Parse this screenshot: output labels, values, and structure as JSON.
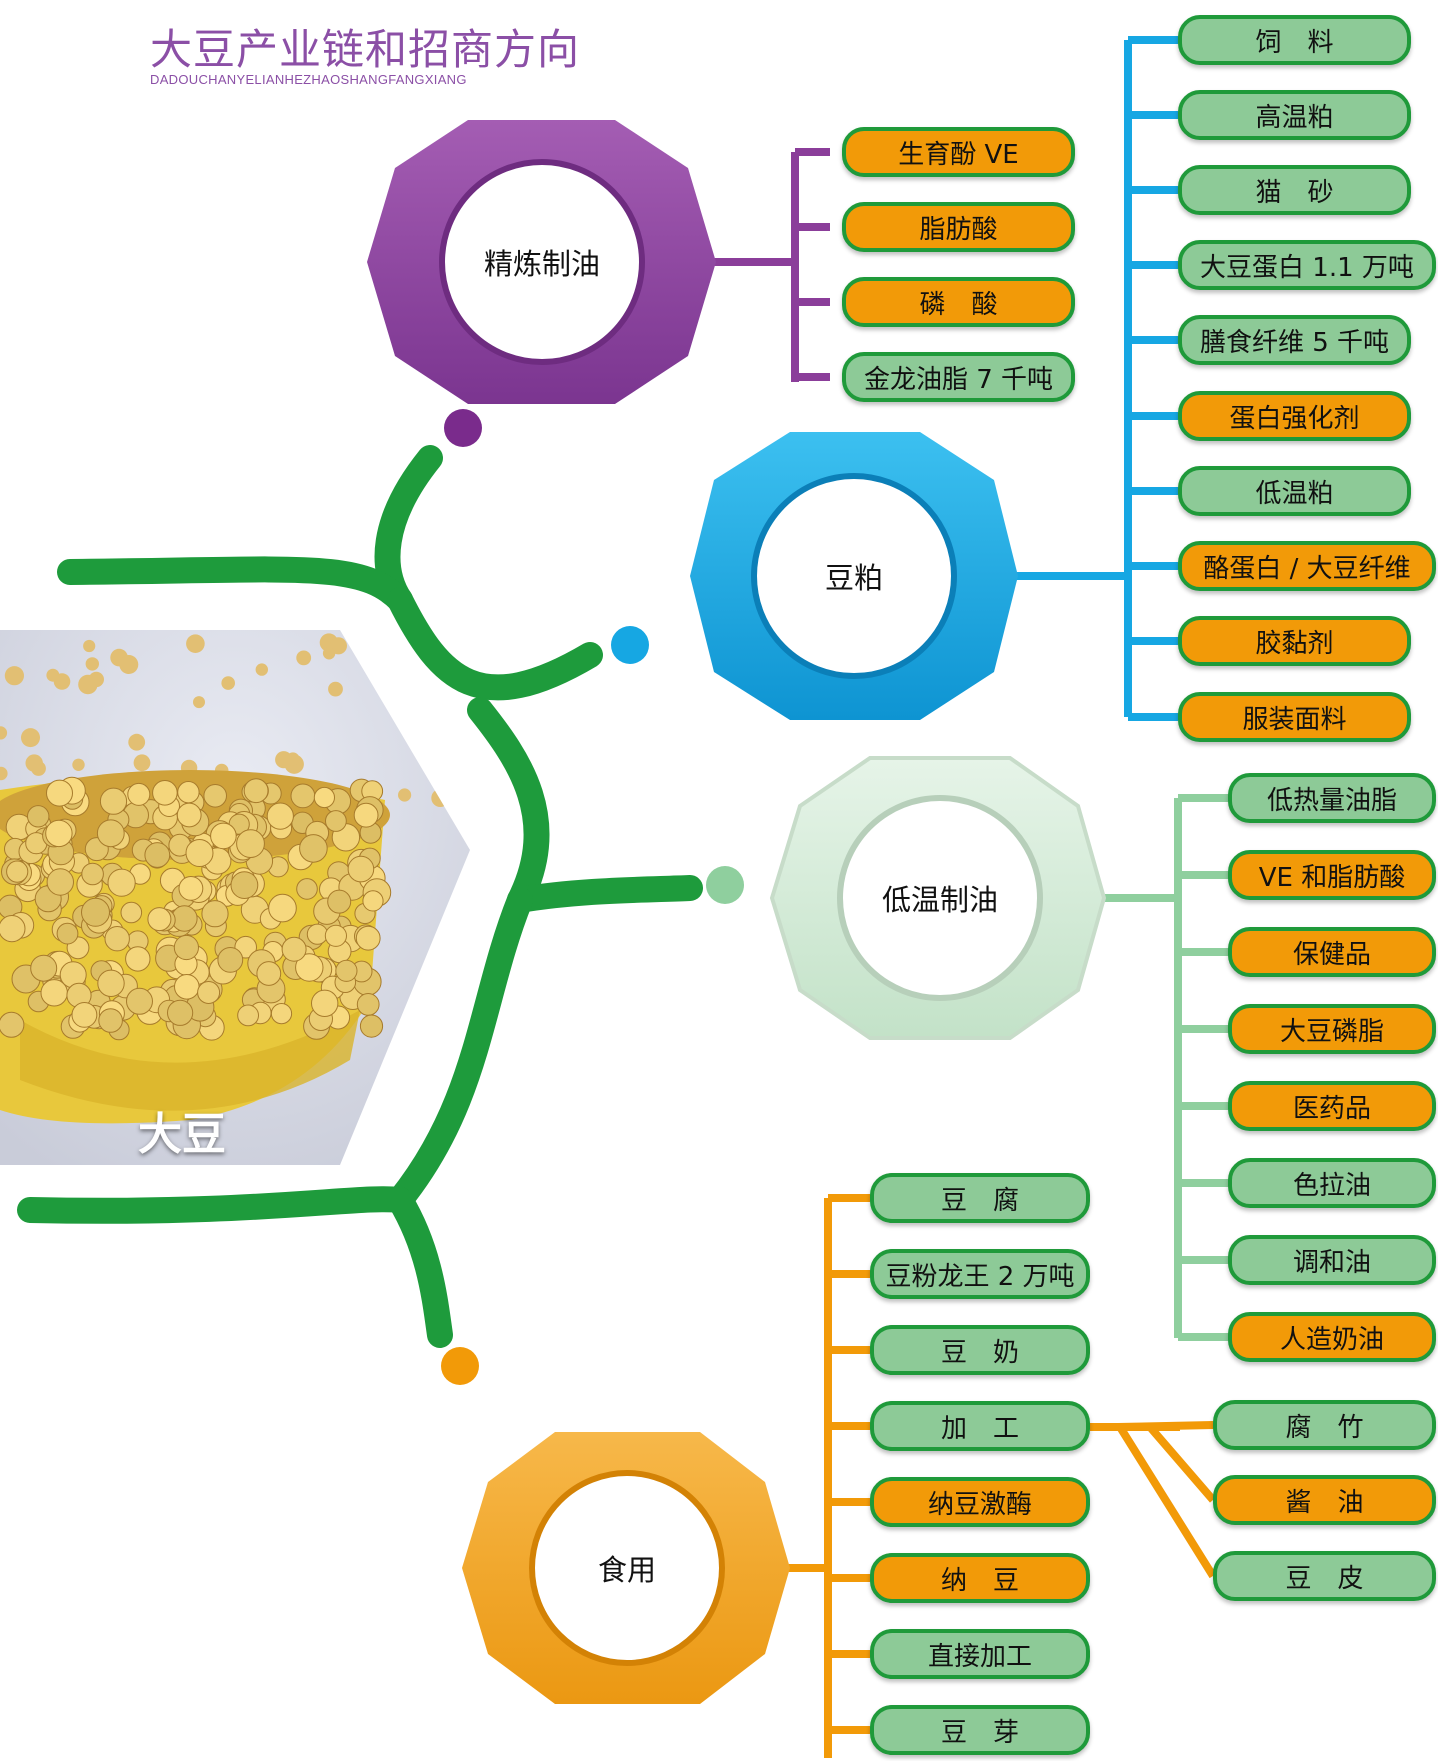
{
  "header": {
    "title": "大豆产业链和招商方向",
    "subtitle": "DADOUCHANYELIANHEZHAOSHANGFANGXIANG"
  },
  "center": {
    "label": "大豆"
  },
  "colors": {
    "trunk": "#1e9b3c",
    "refined_oil": "#8b3e9a",
    "soy_meal": "#16a7e3",
    "low_temp_oil": "#8fcf9e",
    "food": "#f29a08",
    "pill_green": "#8dca97",
    "pill_orange": "#f29a08"
  },
  "branches": [
    {
      "hub": "精炼制油",
      "items": [
        {
          "label": "生育酚 VE",
          "color": "orange"
        },
        {
          "label": "脂肪酸",
          "color": "orange"
        },
        {
          "label": "磷　酸",
          "color": "orange"
        },
        {
          "label": "金龙油脂 7 千吨",
          "color": "green"
        }
      ]
    },
    {
      "hub": "豆粕",
      "items": [
        {
          "label": "饲　料",
          "color": "green"
        },
        {
          "label": "高温粕",
          "color": "green"
        },
        {
          "label": "猫　砂",
          "color": "green"
        },
        {
          "label": "大豆蛋白 1.1 万吨",
          "color": "green"
        },
        {
          "label": "膳食纤维 5 千吨",
          "color": "green"
        },
        {
          "label": "蛋白强化剂",
          "color": "orange"
        },
        {
          "label": "低温粕",
          "color": "green"
        },
        {
          "label": "酪蛋白 / 大豆纤维",
          "color": "orange"
        },
        {
          "label": "胶黏剂",
          "color": "orange"
        },
        {
          "label": "服装面料",
          "color": "orange"
        }
      ]
    },
    {
      "hub": "低温制油",
      "items": [
        {
          "label": "低热量油脂",
          "color": "green"
        },
        {
          "label": "VE 和脂肪酸",
          "color": "orange"
        },
        {
          "label": "保健品",
          "color": "orange"
        },
        {
          "label": "大豆磷脂",
          "color": "orange"
        },
        {
          "label": "医药品",
          "color": "orange"
        },
        {
          "label": "色拉油",
          "color": "green"
        },
        {
          "label": "调和油",
          "color": "green"
        },
        {
          "label": "人造奶油",
          "color": "orange"
        }
      ]
    },
    {
      "hub": "食用",
      "items": [
        {
          "label": "豆　腐",
          "color": "green"
        },
        {
          "label": "豆粉龙王 2 万吨",
          "color": "green"
        },
        {
          "label": "豆　奶",
          "color": "green"
        },
        {
          "label": "加　工",
          "color": "green"
        },
        {
          "label": "纳豆激酶",
          "color": "orange"
        },
        {
          "label": "纳　豆",
          "color": "orange"
        },
        {
          "label": "直接加工",
          "color": "green"
        },
        {
          "label": "豆　芽",
          "color": "green"
        }
      ],
      "sub_items": [
        {
          "label": "腐　竹",
          "color": "green"
        },
        {
          "label": "酱　油",
          "color": "orange"
        },
        {
          "label": "豆　皮",
          "color": "green"
        }
      ]
    }
  ]
}
